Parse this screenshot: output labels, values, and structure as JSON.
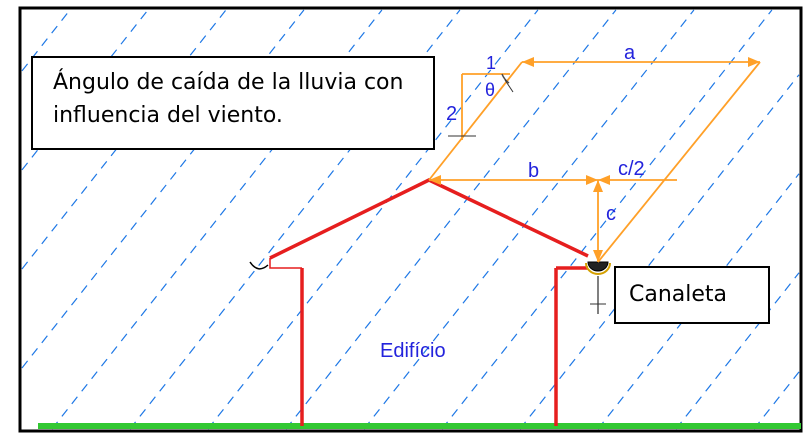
{
  "callouts": {
    "rain_angle": "Ángulo de caída de la lluvia con influencia del viento.",
    "gutter": "Canaleta"
  },
  "labels": {
    "building": "Edifício",
    "dim_a": "a",
    "dim_b": "b",
    "dim_c": "c",
    "dim_c_half": "c/2",
    "slope_run": "1",
    "slope_rise": "2",
    "angle": "θ"
  },
  "colors": {
    "rain": "#1e78e6",
    "dimension": "#ffa028",
    "building": "#e61e1e",
    "ground": "#32c832",
    "label": "#2323dc",
    "frame": "#000000"
  }
}
